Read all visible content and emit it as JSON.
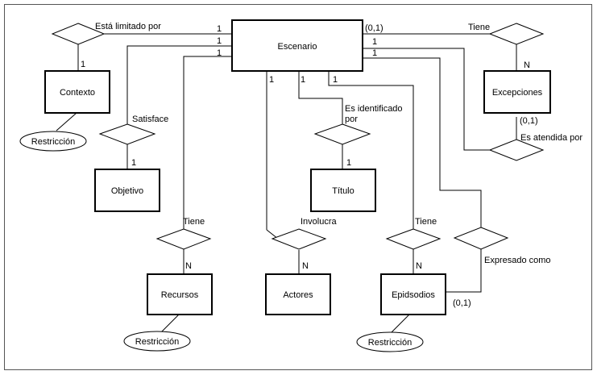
{
  "entities": {
    "escenario": "Escenario",
    "contexto": "Contexto",
    "objetivo": "Objetivo",
    "titulo": "Título",
    "excepciones": "Excepciones",
    "recursos": "Recursos",
    "actores": "Actores",
    "episodios": "Epidsodios"
  },
  "relationships": {
    "limitado": "Está limitado por",
    "satisface": "Satisface",
    "identificado_1": "Es identificado",
    "identificado_2": "por",
    "tiene_excepciones": "Tiene",
    "atendida": "Es atendida por",
    "tiene_recursos": "Tiene",
    "involucra": "Involucra",
    "tiene_episodios": "Tiene",
    "expresado": "Expresado como"
  },
  "attributes": {
    "restriccion_contexto": "Restricción",
    "restriccion_recursos": "Restricción",
    "restriccion_episodios": "Restricción"
  },
  "cardinalities": {
    "esc_limitado": "1",
    "ctx_limitado": "1",
    "esc_satisface": "1",
    "obj_satisface": "1",
    "esc_recursos": "1",
    "esc_actores": "1",
    "esc_titulo": "1",
    "tit_identificado": "1",
    "esc_episodios": "1",
    "esc_excepciones": "(0,1)",
    "esc_right_1": "1",
    "esc_right_2": "1",
    "exc_tiene": "N",
    "exc_atendida": "(0,1)",
    "rec_tiene": "N",
    "act_involucra": "N",
    "epi_tiene": "N",
    "epi_expresado": "(0,1)"
  }
}
